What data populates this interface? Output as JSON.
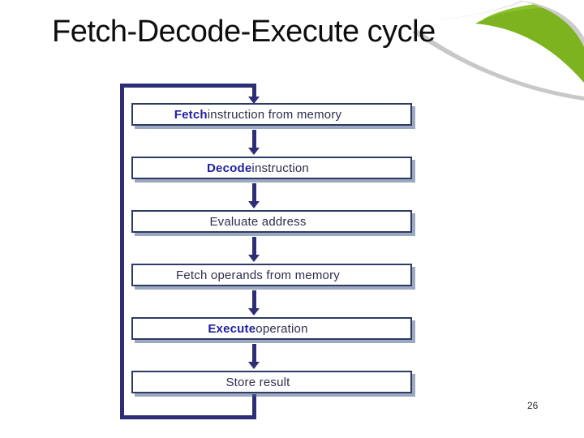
{
  "slide": {
    "title": "Fetch-Decode-Execute cycle",
    "page_number": "26"
  },
  "diagram": {
    "type": "flowchart-loop",
    "steps": [
      {
        "bold": "Fetch",
        "rest": " instruction from memory"
      },
      {
        "bold": "Decode",
        "rest": " instruction"
      },
      {
        "bold": "",
        "rest": "Evaluate address"
      },
      {
        "bold": "",
        "rest": "Fetch operands from memory"
      },
      {
        "bold": "Execute",
        "rest": " operation"
      },
      {
        "bold": "",
        "rest": "Store result"
      }
    ],
    "flow": "Store result loops back to Fetch instruction from memory"
  },
  "colors": {
    "line_navy": "#2d2d78",
    "keyword_blue": "#2020a0",
    "box_border": "#2d3c64",
    "box_shadow": "#48618c",
    "box_text": "#2e2e4e",
    "accent_green": "#7db320",
    "title_text": "#0e0e0e",
    "background": "#ffffff"
  }
}
